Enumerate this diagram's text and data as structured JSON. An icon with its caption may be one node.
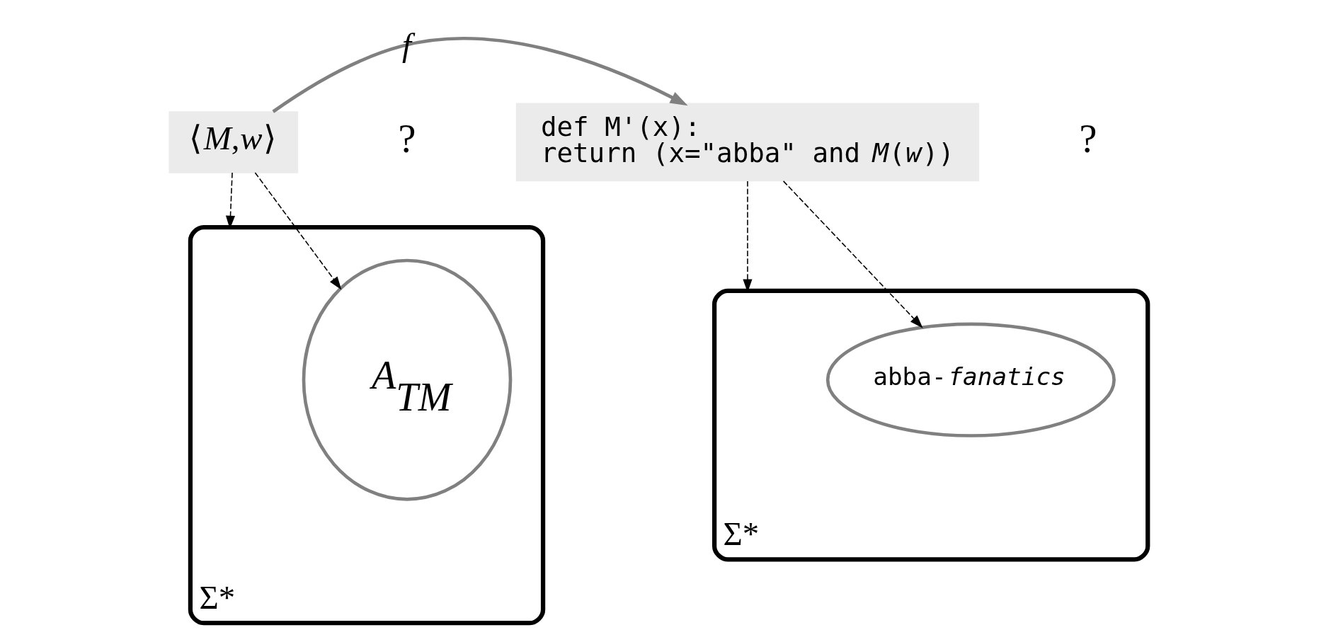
{
  "diagram": {
    "nodes": [
      {
        "text": [
          "⟨*M*,*w*⟩"
        ]
      },
      {
        "text": [
          "def M'(x):",
          "return (x=\"abba\" and *M*(*w*))"
        ]
      },
      {
        "text": [
          "Σ*"
        ]
      },
      {
        "text": [
          "A$_{TM}$"
        ],
        "in": 2
      },
      {
        "text": [
          "Σ*"
        ]
      },
      {
        "text": [
          "abba-*fanatics*"
        ],
        "in": 4
      }
    ],
    "edges": [
      {
        "from": 0,
        "to": 1,
        "arrow": "to",
        "label": "*f*",
        "color": "#808080",
        "style": "thick"
      },
      {
        "from": 0,
        "to": 3,
        "arrow": "to",
        "style": "dashed"
      },
      {
        "from": 0,
        "to": 2,
        "arrow": "to",
        "style": "dashed"
      },
      {
        "from": 1,
        "to": 5,
        "arrow": "to",
        "style": "dashed"
      },
      {
        "from": 1,
        "to": 4,
        "arrow": "to",
        "style": "dashed"
      }
    ],
    "labels": [
      "?",
      "?"
    ]
  }
}
